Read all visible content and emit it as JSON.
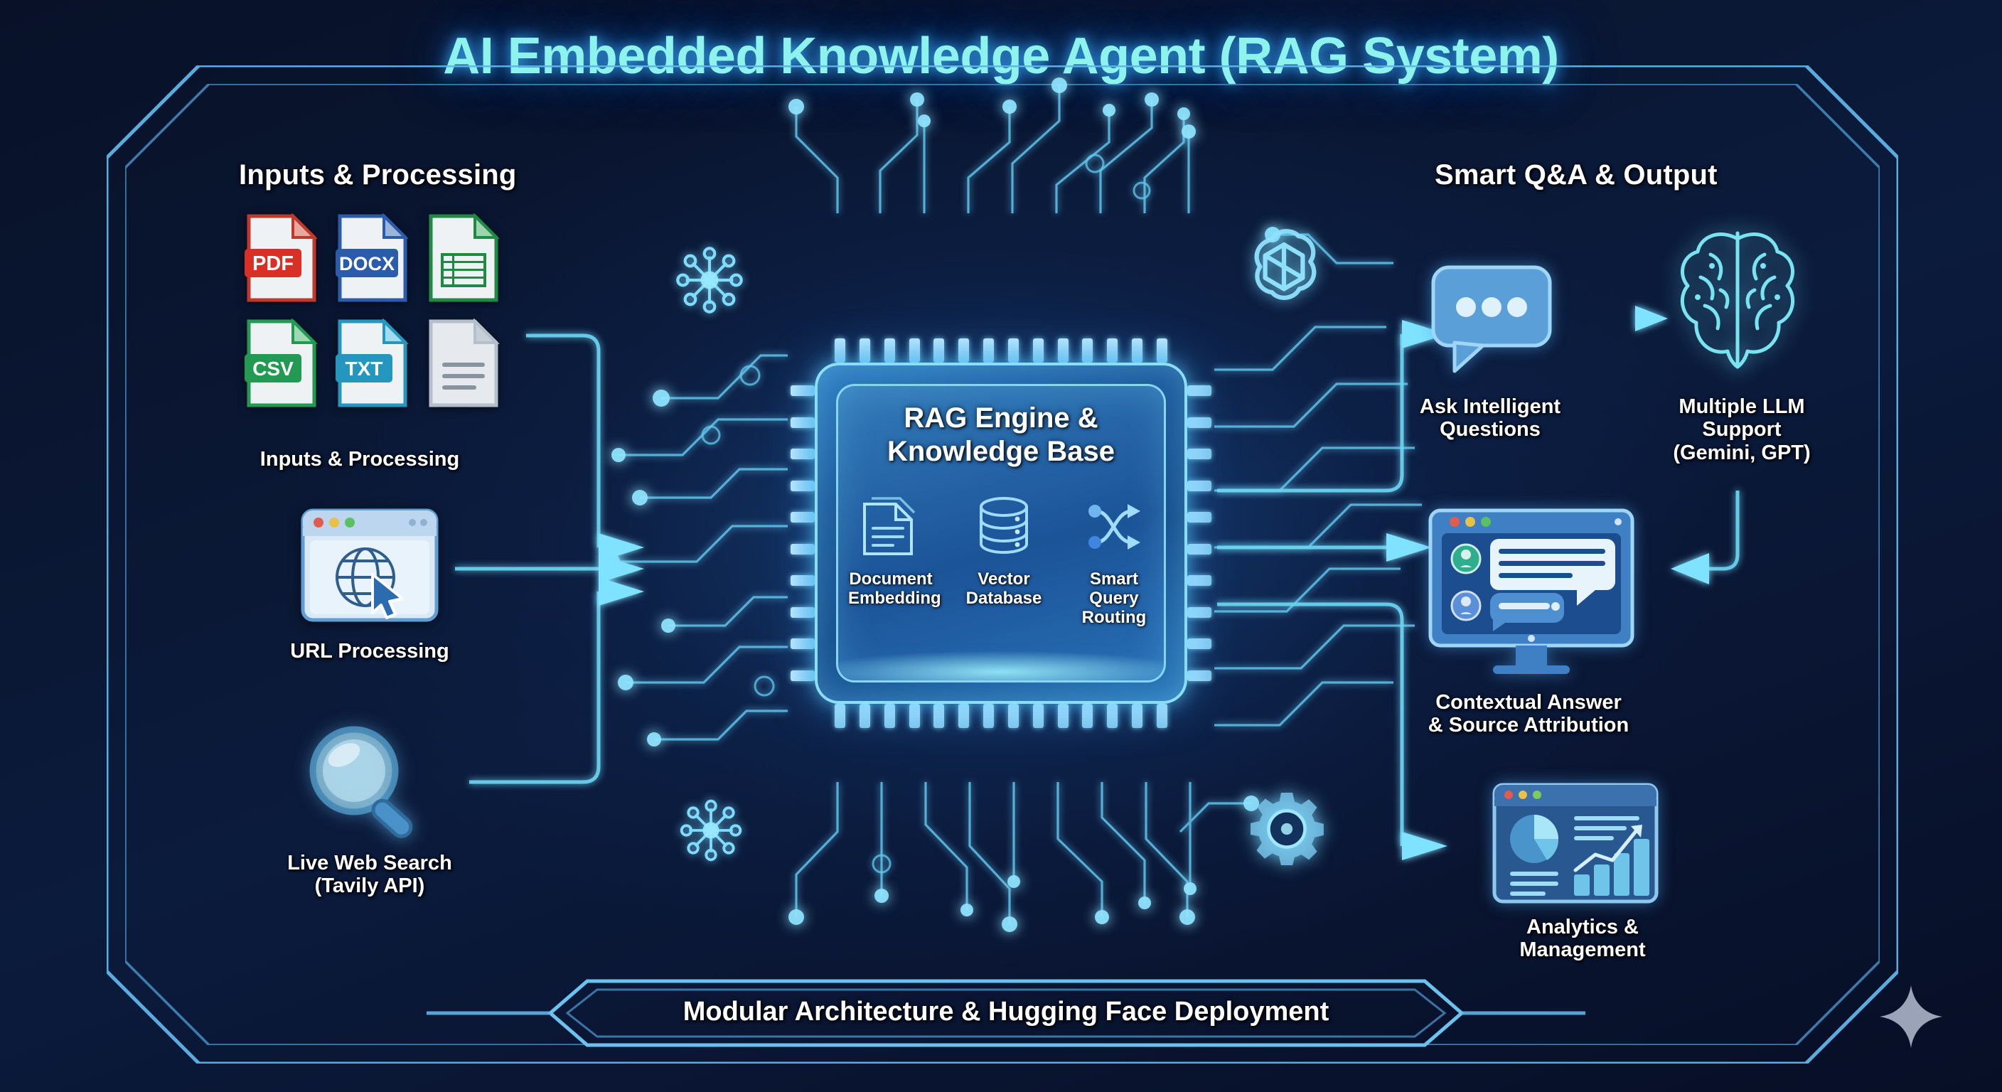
{
  "title": "AI Embedded Knowledge Agent (RAG System)",
  "colors": {
    "background": "#0a1733",
    "title_text": "#8df3ec",
    "glow_cyan": "#6fd8ff",
    "frame_line": "#5fb4e8",
    "caption_text": "#ffffff",
    "pdf_red": "#d93025",
    "docx_blue": "#2a5caa",
    "sheet_green": "#1e8a43",
    "csv_green": "#229a52",
    "txt_teal": "#2596be",
    "doc_gray": "#c9d3dc"
  },
  "left_panel": {
    "heading": "Inputs & Processing",
    "file_types": [
      {
        "label": "PDF",
        "icon": "pdf-file-icon"
      },
      {
        "label": "DOCX",
        "icon": "docx-file-icon"
      },
      {
        "label": "",
        "icon": "spreadsheet-file-icon"
      },
      {
        "label": "CSV",
        "icon": "csv-file-icon"
      },
      {
        "label": "TXT",
        "icon": "txt-file-icon"
      },
      {
        "label": "",
        "icon": "generic-document-icon"
      }
    ],
    "files_caption": "Inputs & Processing",
    "url_caption": "URL Processing",
    "url_icon": "browser-globe-cursor-icon",
    "search_caption": "Live Web Search\n(Tavily API)",
    "search_icon": "magnifying-glass-icon"
  },
  "core": {
    "title": "RAG Engine &\nKnowledge Base",
    "stages": [
      {
        "label": "Document\nEmbedding",
        "icon": "document-stack-icon"
      },
      {
        "label": "Vector\nDatabase",
        "icon": "database-cylinder-icon"
      },
      {
        "label": "Smart\nQuery\nRouting",
        "icon": "shuffle-routing-icon"
      }
    ]
  },
  "right_panel": {
    "heading": "Smart Q&A & Output",
    "items": [
      {
        "caption": "Ask Intelligent\nQuestions",
        "icon": "chat-bubble-icon"
      },
      {
        "caption": "Multiple LLM\nSupport\n(Gemini, GPT)",
        "icon": "brain-icon"
      },
      {
        "caption": "Contextual Answer\n& Source Attribution",
        "icon": "monitor-chat-icon"
      },
      {
        "caption": "Analytics &\nManagement",
        "icon": "analytics-dashboard-icon"
      }
    ]
  },
  "decorations": {
    "openai_logo": "openai-knot-icon",
    "gear": "gear-icon",
    "hub_nodes": [
      "network-hub-icon",
      "network-hub-icon"
    ],
    "sparkle": "four-point-star-icon"
  },
  "footer": {
    "banner": "Modular Architecture & Hugging Face Deployment"
  }
}
